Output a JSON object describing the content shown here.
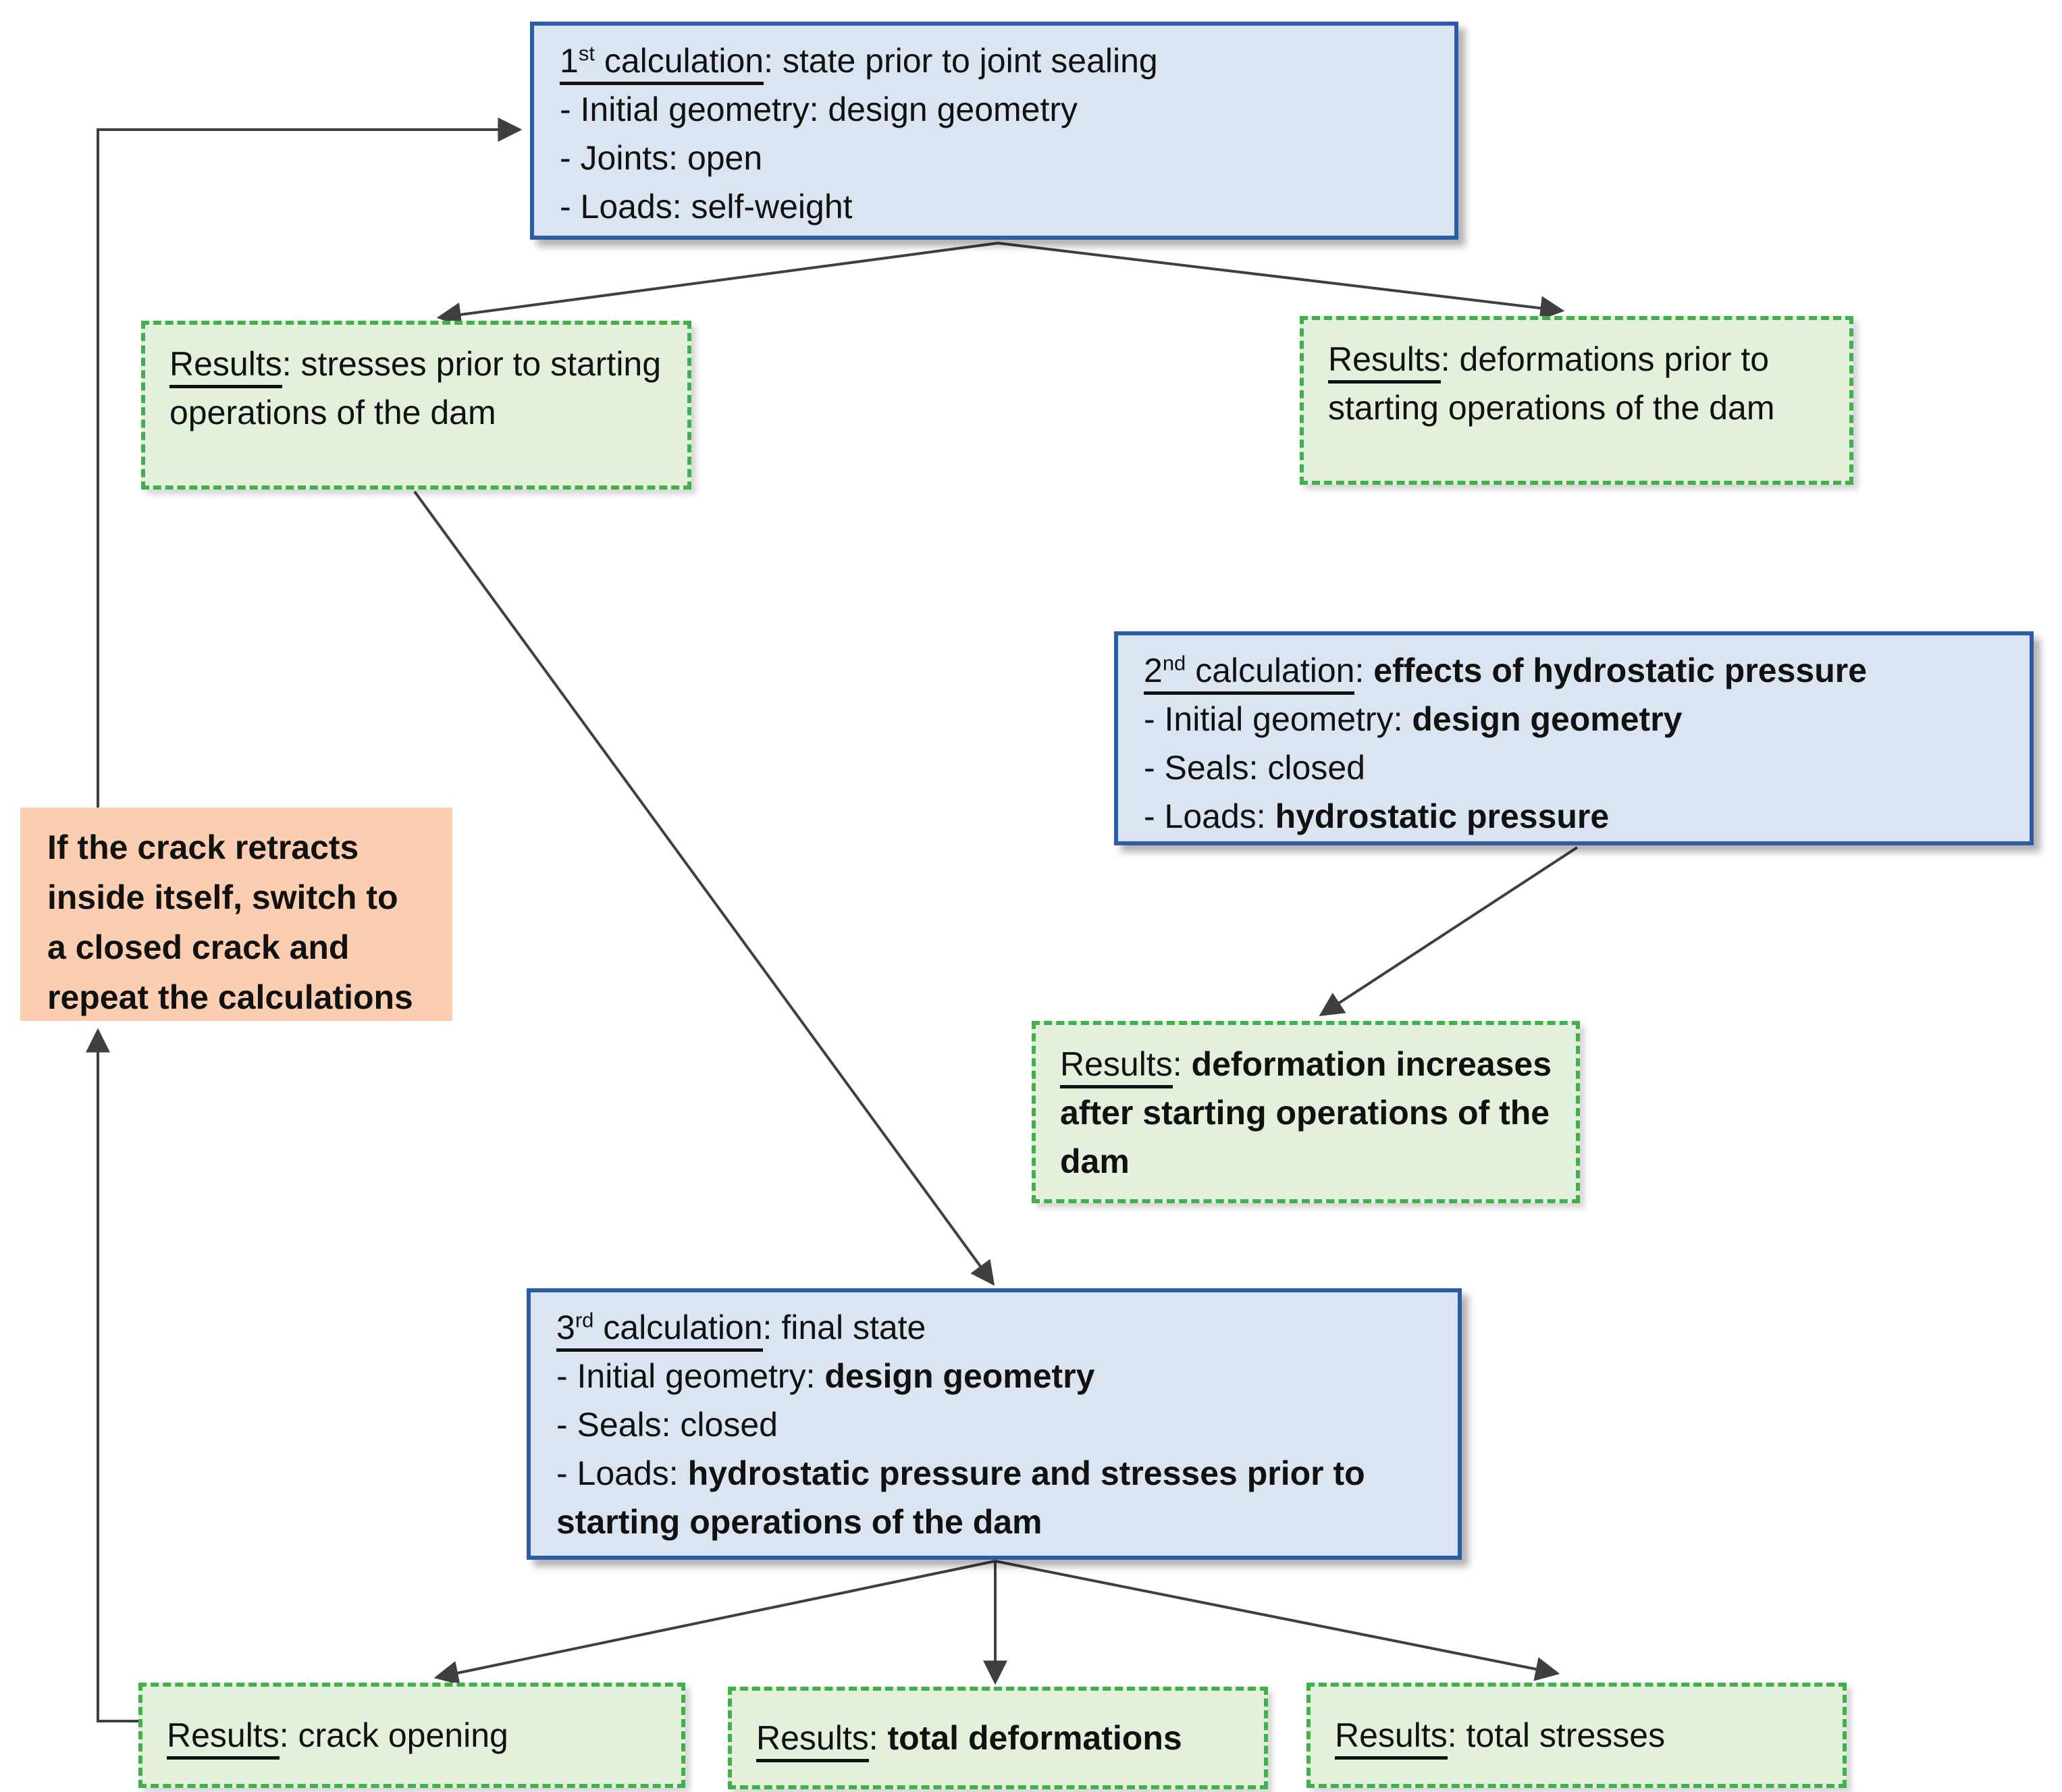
{
  "colors": {
    "blue_fill": "#dbe5f2",
    "blue_border": "#2a5ca8",
    "green_fill": "#e3f0db",
    "green_border": "#3fb04c",
    "orange_fill": "#fbceb1",
    "line_color": "#3f3f3f",
    "text_color": "#111111"
  },
  "boxes": {
    "calc1": {
      "num": "1",
      "ordinal": "st",
      "word": " calculation",
      "after": ": state prior to joint sealing",
      "bullet1": "- Initial geometry: design geometry",
      "bullet2": "- Joints: open",
      "bullet3": "- Loads: self-weight"
    },
    "calc2": {
      "num": "2",
      "ordinal": "nd",
      "word": " calculation",
      "colon": ": ",
      "title_bold": "effects of hydrostatic pressure",
      "bullet1_pre": "- Initial geometry: ",
      "bullet1_bold": "design geometry",
      "bullet2": "- Seals: closed",
      "bullet3_pre": "- Loads: ",
      "bullet3_bold": "hydrostatic pressure"
    },
    "calc3": {
      "num": "3",
      "ordinal": "rd",
      "word": " calculation",
      "after": ": final state",
      "bullet1_pre": "- Initial geometry: ",
      "bullet1_bold": "design geometry",
      "bullet2": "- Seals: closed",
      "bullet3_pre": "- Loads: ",
      "bullet3_bold": "hydrostatic pressure and stresses prior to starting operations of the dam"
    },
    "results_stresses": {
      "label": "Results",
      "rest": ": stresses prior to starting operations of the dam"
    },
    "results_deformations": {
      "label": "Results",
      "rest": ": deformations prior to starting operations of the dam"
    },
    "results_deformation_increase": {
      "label": "Results",
      "colon": ": ",
      "bold": "deformation increases after starting operations of the dam"
    },
    "results_crack_opening": {
      "label": "Results",
      "rest": ": crack opening"
    },
    "results_total_deformations": {
      "label": "Results",
      "colon": ": ",
      "bold": "total deformations"
    },
    "results_total_stresses": {
      "label": "Results",
      "rest": ": total stresses"
    },
    "note": {
      "lines": [
        "If the crack retracts",
        "inside itself, switch to",
        "a closed crack and",
        "repeat the calculations"
      ]
    }
  }
}
